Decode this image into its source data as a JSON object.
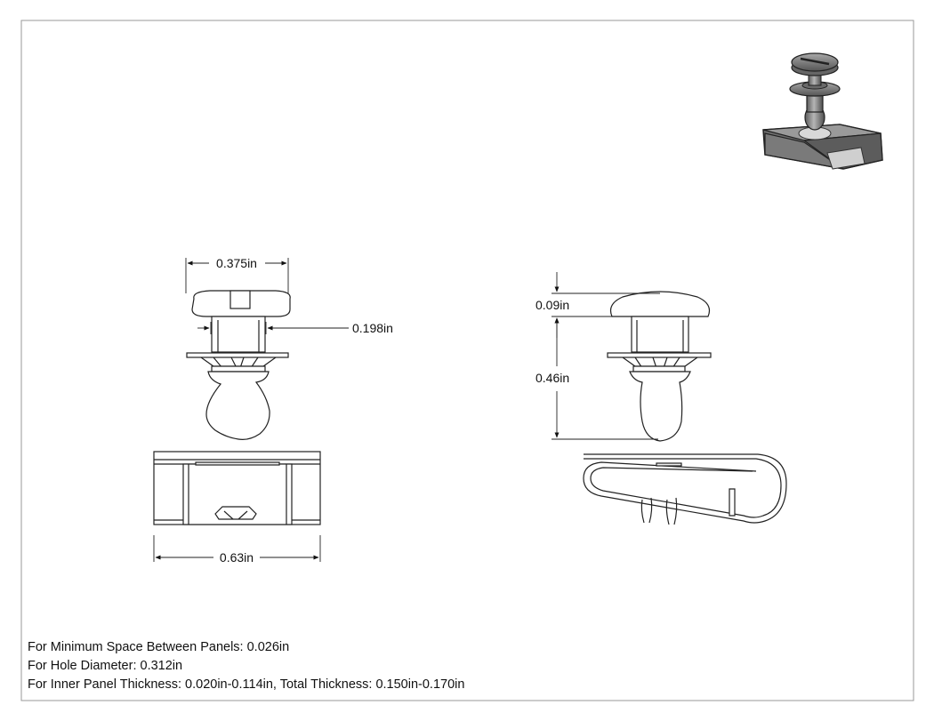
{
  "dimensions": {
    "head_width": "0.375in",
    "shank_diameter": "0.198in",
    "clip_width": "0.63in",
    "head_height": "0.09in",
    "stud_length": "0.46in"
  },
  "notes": [
    "For Minimum Space Between Panels: 0.026in",
    "For Hole Diameter: 0.312in",
    "For Inner Panel Thickness: 0.020in-0.114in, Total Thickness: 0.150in-0.170in"
  ],
  "colors": {
    "line": "#222222",
    "frame": "#9a9a9a",
    "render_metal": "#7c7c7c"
  }
}
